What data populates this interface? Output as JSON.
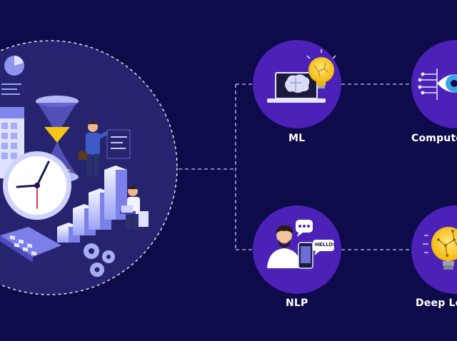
{
  "nodes": {
    "ml": {
      "label": "ML"
    },
    "cv": {
      "label": "Compute"
    },
    "nlp": {
      "label": "NLP"
    },
    "dl": {
      "label": "Deep Le"
    }
  },
  "speech": {
    "hello": "HELLO!"
  },
  "colors": {
    "background": "#0d0b4a",
    "big_circle": "#27246f",
    "node_circle": "#4b21b8",
    "accent_yellow": "#f5c518",
    "connector": "#c9c7f0"
  }
}
